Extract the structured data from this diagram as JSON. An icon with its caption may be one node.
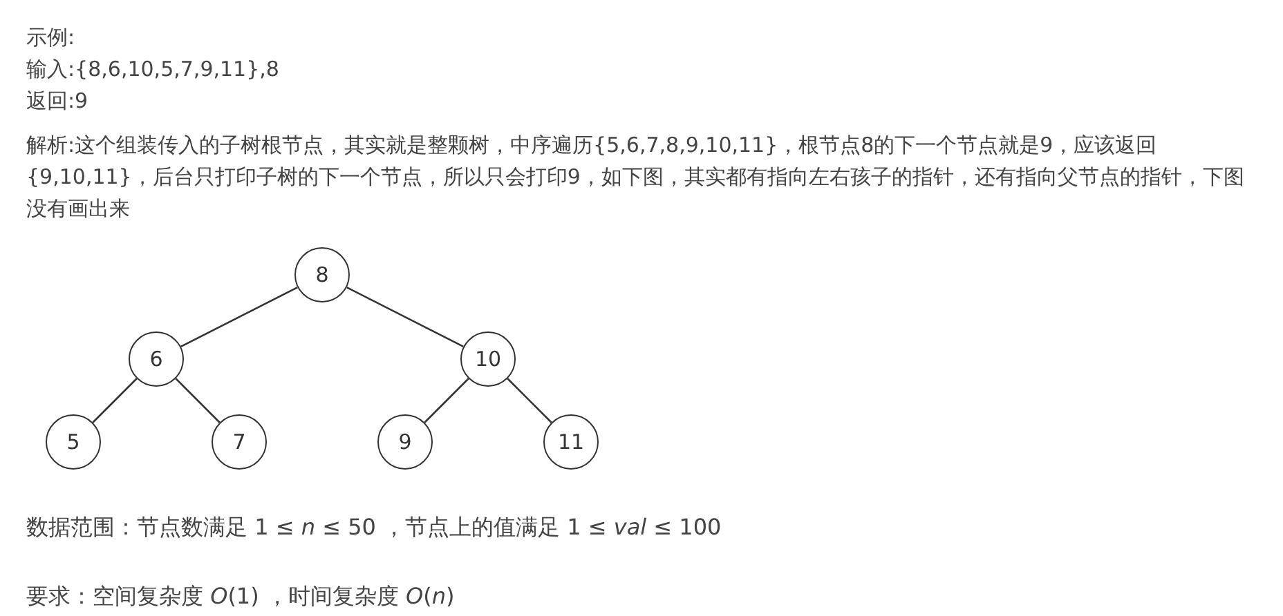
{
  "diagram": {
    "nodes": [
      {
        "text": [
          "8"
        ]
      },
      {
        "text": [
          "6"
        ]
      },
      {
        "text": [
          "10"
        ]
      },
      {
        "text": [
          "5"
        ]
      },
      {
        "text": [
          "7"
        ]
      },
      {
        "text": [
          "9"
        ]
      },
      {
        "text": [
          "11"
        ]
      }
    ],
    "edges": [
      {
        "from": 0,
        "to": 1,
        "arrow": "none"
      },
      {
        "from": 0,
        "to": 2,
        "arrow": "none"
      },
      {
        "from": 1,
        "to": 3,
        "arrow": "none"
      },
      {
        "from": 1,
        "to": 4,
        "arrow": "none"
      },
      {
        "from": 2,
        "to": 5,
        "arrow": "none"
      },
      {
        "from": 2,
        "to": 6,
        "arrow": "none"
      }
    ],
    "labels": [
      "示例:",
      "输入:{8,6,10,5,7,9,11},8",
      "返回:9",
      "解析:这个组装传入的子树根节点，其实就是整颗树，中序遍历{5,6,7,8,9,10,11}，根节点8的下一个节点就是9，应该返回{9,10,11}，后台只打印子树的下一个节点，所以只会打印9，如下图，其实都有指向左右孩子的指针，还有指向父节点的指针，下图没有画出来",
      "数据范围：节点数满足 1 ≤ *n* ≤ 50 ，节点上的值满足 1 ≤ *val* ≤ 100",
      "要求：空间复杂度 *O*(1) ，时间复杂度 *O*(*n*)"
    ]
  }
}
